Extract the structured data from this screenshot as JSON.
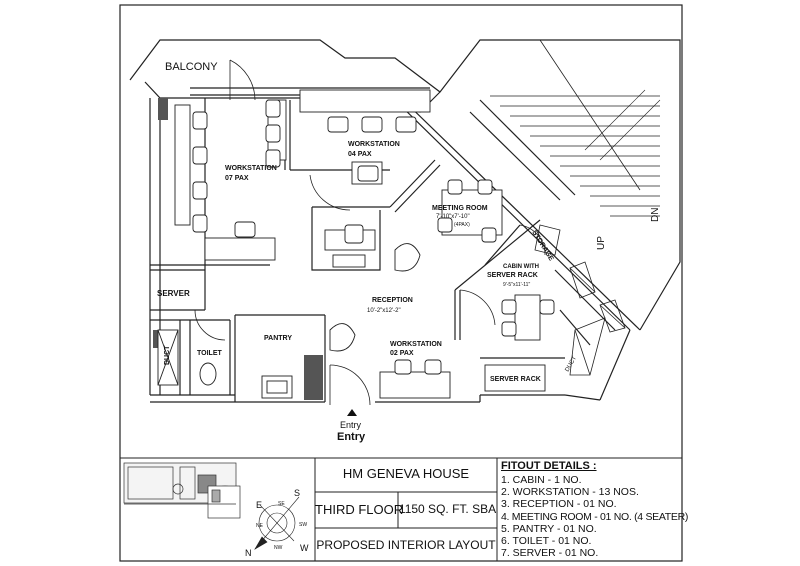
{
  "rooms": {
    "balcony": "BALCONY",
    "workstation07": {
      "name": "WORKSTATION",
      "pax": "07 PAX"
    },
    "workstation04": {
      "name": "WORKSTATION",
      "pax": "04 PAX"
    },
    "meeting": {
      "name": "MEETING ROOM",
      "size": "7'-10\"x7'-10\"",
      "pax": "(4PAX)"
    },
    "storage": "STORAGE",
    "cabin": {
      "name": "CABIN WITH",
      "name2": "SERVER RACK",
      "size": "9'-5\"x11'-11\""
    },
    "server": "SERVER",
    "duct_left": "DUCT",
    "duct_right": "DUCT",
    "toilet": "TOILET",
    "pantry": "PANTRY",
    "reception": {
      "name": "RECEPTION",
      "size": "10'-2\"x12'-2\""
    },
    "workstation02": {
      "name": "WORKSTATION",
      "pax": "02 PAX"
    },
    "server_rack": "SERVER RACK",
    "entry_small": "Entry",
    "entry_large": "Entry",
    "stair_up": "UP",
    "stair_dn": "DN"
  },
  "compass": {
    "n": "N",
    "e": "E",
    "s": "S",
    "w": "W",
    "ne": "NE",
    "se": "SE",
    "sw": "SW",
    "nw": "NW"
  },
  "title_block": {
    "project": "HM GENEVA HOUSE",
    "floor": "THIRD FLOOR",
    "area": "1150 SQ. FT. SBA",
    "layout": "PROPOSED INTERIOR LAYOUT",
    "fitout_heading": "FITOUT DETAILS :",
    "fitout_items": [
      "1. CABIN  - 1 NO.",
      "2. WORKSTATION - 13 NOS.",
      "3. RECEPTION - 01 NO.",
      "4. MEETING ROOM - 01 NO. (4 SEATER)",
      "5. PANTRY - 01 NO.",
      "6. TOILET - 01 NO.",
      "7. SERVER - 01 NO."
    ]
  }
}
